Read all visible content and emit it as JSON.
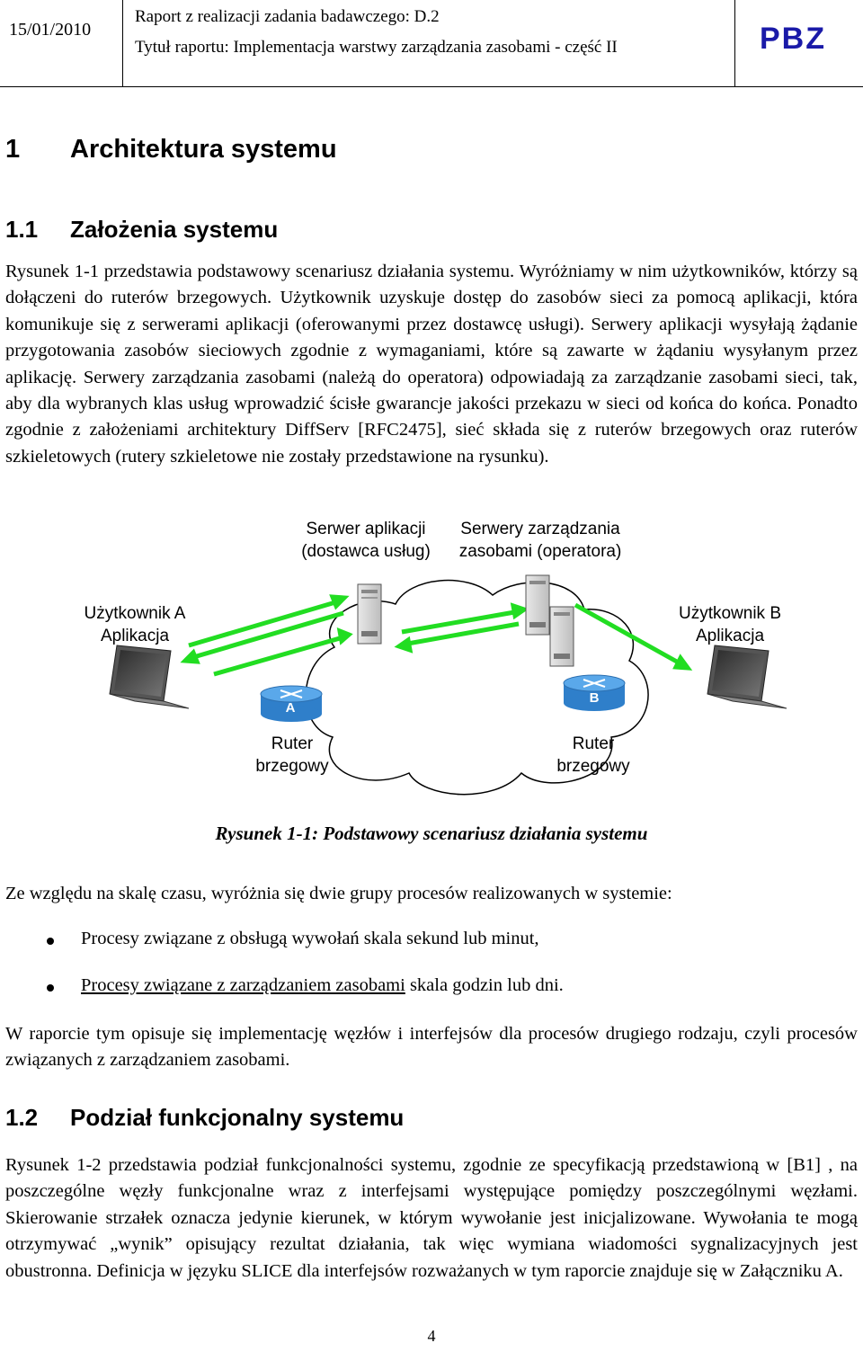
{
  "header": {
    "date": "15/01/2010",
    "report_line": "Raport z realizacji zadania badawczego: D.2",
    "title_line": "Tytuł raportu: Implementacja warstwy zarządzania zasobami - część II",
    "logo": "PBZ"
  },
  "section1": {
    "number": "1",
    "title": "Architektura systemu"
  },
  "section1_1": {
    "number": "1.1",
    "title": "Założenia systemu"
  },
  "paragraph1": "Rysunek 1-1 przedstawia  podstawowy scenariusz działania systemu. Wyróżniamy w nim użytkowników, którzy są dołączeni do ruterów brzegowych. Użytkownik uzyskuje dostęp do zasobów sieci za pomocą aplikacji, która komunikuje się z serwerami aplikacji (oferowanymi przez dostawcę usługi). Serwery aplikacji wysyłają żądanie przygotowania zasobów sieciowych zgodnie z wymaganiami, które są zawarte w żądaniu wysyłanym przez aplikację. Serwery zarządzania zasobami (należą do operatora) odpowiadają za zarządzanie zasobami sieci, tak, aby dla wybranych klas usług wprowadzić ścisłe gwarancje jakości przekazu w sieci od końca do końca. Ponadto zgodnie z założeniami architektury DiffServ [RFC2475], sieć składa się z ruterów brzegowych oraz ruterów szkieletowych (rutery szkieletowe nie zostały przedstawione na rysunku).",
  "figure": {
    "server_app_line1": "Serwer aplikacji",
    "server_app_line2": "(dostawca usług)",
    "server_mgmt_line1": "Serwery zarządzania",
    "server_mgmt_line2": "zasobami (operatora)",
    "user_a_line1": "Użytkownik A",
    "user_a_line2": "Aplikacja",
    "user_b_line1": "Użytkownik B",
    "user_b_line2": "Aplikacja",
    "router_a_mark": "A",
    "router_b_mark": "B",
    "router_a_line1": "Ruter",
    "router_a_line2": "brzegowy",
    "router_b_line1": "Ruter",
    "router_b_line2": "brzegowy",
    "colors": {
      "arrow": "#22dd22",
      "router": "#3b8fd8",
      "cloud_outline": "#000000"
    }
  },
  "caption": "Rysunek 1-1: Podstawowy scenariusz działania systemu",
  "paragraph2": "Ze względu na skalę czasu, wyróżnia się dwie grupy procesów realizowanych w systemie:",
  "bullets": [
    {
      "text": "Procesy związane z obsługą wywołań  skala sekund lub minut,"
    },
    {
      "underlined": "Procesy związane z zarządzaniem zasobami",
      "rest": "  skala godzin lub dni."
    }
  ],
  "paragraph3": "W raporcie tym opisuje się implementację węzłów i interfejsów dla procesów drugiego rodzaju, czyli procesów związanych z zarządzaniem zasobami.",
  "section1_2": {
    "number": "1.2",
    "title": "Podział funkcjonalny systemu"
  },
  "paragraph4": "Rysunek 1-2 przedstawia podział funkcjonalności systemu, zgodnie ze specyfikacją przedstawioną w [B1] , na poszczególne węzły funkcjonalne wraz z interfejsami występujące pomiędzy poszczególnymi węzłami. Skierowanie strzałek oznacza jedynie kierunek, w którym wywołanie jest inicjalizowane. Wywołania te mogą otrzymywać „wynik” opisujący rezultat działania, tak więc wymiana wiadomości sygnalizacyjnych jest obustronna. Definicja w języku SLICE dla interfejsów rozważanych w tym raporcie znajduje się w Załączniku A.",
  "page_number": "4"
}
